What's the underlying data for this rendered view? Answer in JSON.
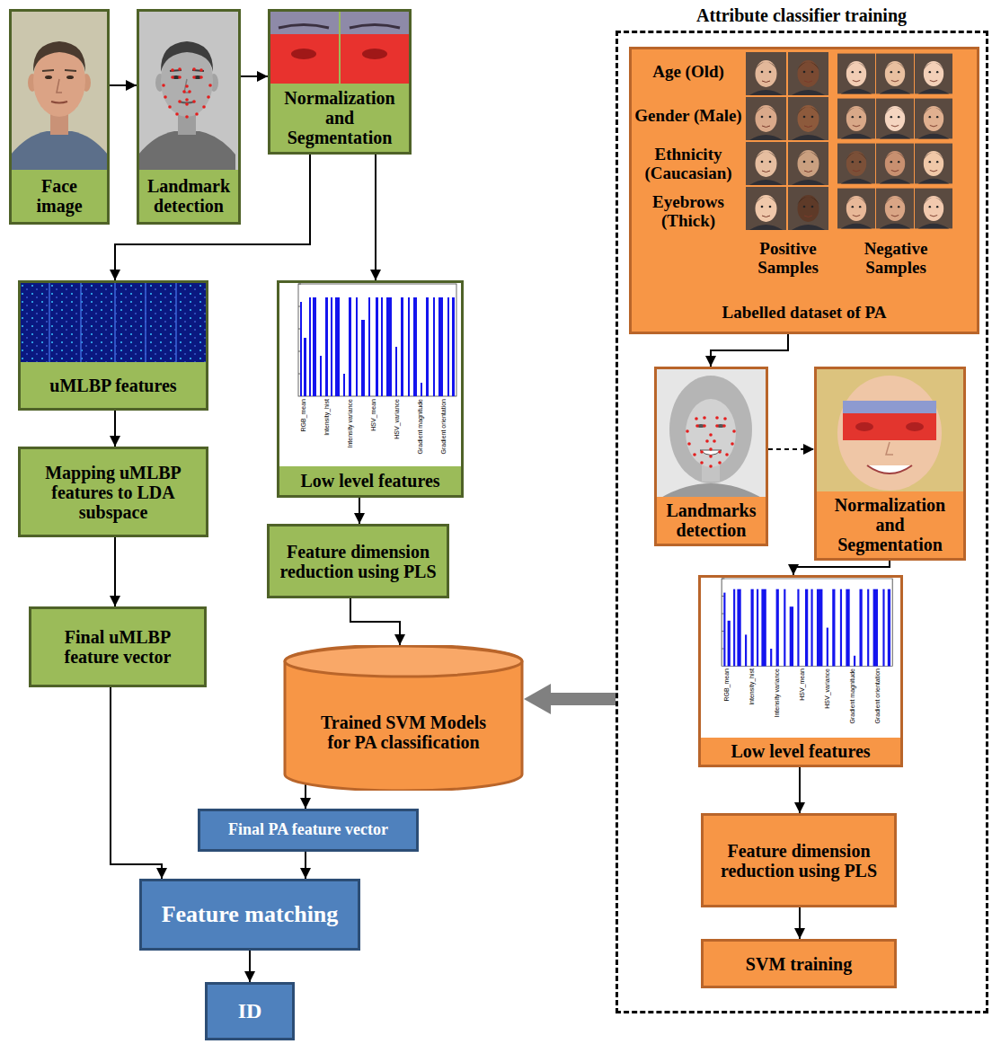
{
  "diagram": {
    "nodes": [
      {
        "text": [
          "Face image"
        ]
      },
      {
        "text": [
          "Landmark detection"
        ]
      },
      {
        "text": [
          "Normalization and Segmentation"
        ]
      },
      {
        "text": [
          "uMLBP features"
        ]
      },
      {
        "text": [
          "Low level features"
        ]
      },
      {
        "text": [
          "Mapping uMLBP features to LDA subspace"
        ]
      },
      {
        "text": [
          "Feature dimension reduction using PLS"
        ]
      },
      {
        "text": [
          "Final uMLBP feature vector"
        ]
      },
      {
        "text": [
          "Trained SVM Models for PA classification"
        ]
      },
      {
        "text": [
          "Final PA feature vector"
        ]
      },
      {
        "text": [
          "Feature matching"
        ]
      },
      {
        "text": [
          "ID"
        ]
      },
      {
        "text": [
          "Attribute classifier training"
        ]
      },
      {
        "text": [
          "Age (Old)",
          "Gender (Male)",
          "Ethnicity (Caucasian)",
          "Eyebrows (Thick)",
          "Positive Samples",
          "Negative Samples",
          "Labelled dataset of PA"
        ],
        "in": 12
      },
      {
        "text": [
          "Landmarks detection"
        ],
        "in": 12
      },
      {
        "text": [
          "Normalization and Segmentation"
        ],
        "in": 12
      },
      {
        "text": [
          "Low level features"
        ],
        "in": 12
      },
      {
        "text": [
          "Feature dimension reduction using PLS"
        ],
        "in": 12
      },
      {
        "text": [
          "SVM training"
        ],
        "in": 12
      }
    ],
    "edges": [
      {
        "from": 0,
        "to": 1,
        "arrow": "to"
      },
      {
        "from": 1,
        "to": 2,
        "arrow": "to"
      },
      {
        "from": 2,
        "to": 3,
        "arrow": "to"
      },
      {
        "from": 2,
        "to": 4,
        "arrow": "to"
      },
      {
        "from": 3,
        "to": 5,
        "arrow": "to"
      },
      {
        "from": 5,
        "to": 7,
        "arrow": "to"
      },
      {
        "from": 4,
        "to": 6,
        "arrow": "to"
      },
      {
        "from": 6,
        "to": 8,
        "arrow": "to"
      },
      {
        "from": 8,
        "to": 9,
        "arrow": "to"
      },
      {
        "from": 7,
        "to": 10,
        "arrow": "to"
      },
      {
        "from": 9,
        "to": 10,
        "arrow": "to"
      },
      {
        "from": 10,
        "to": 11,
        "arrow": "to"
      },
      {
        "from": 12,
        "to": 8,
        "arrow": "to"
      },
      {
        "from": 13,
        "to": 14,
        "arrow": "to"
      },
      {
        "from": 14,
        "to": 15,
        "arrow": "to"
      },
      {
        "from": 15,
        "to": 16,
        "arrow": "to"
      },
      {
        "from": 16,
        "to": 17,
        "arrow": "to"
      },
      {
        "from": 17,
        "to": 18,
        "arrow": "to"
      }
    ],
    "labels": [
      "RGB_mean",
      "Intensity_hist",
      "Intensity variance",
      "HSV_mean",
      "HSV_variance",
      "Gradient magnitude",
      "Gradient orientation",
      "RGB_mean",
      "Intensity_hist",
      "Intensity variance",
      "HSV_mean",
      "HSV_variance",
      "Gradient magnitude",
      "Gradient orientation"
    ]
  }
}
